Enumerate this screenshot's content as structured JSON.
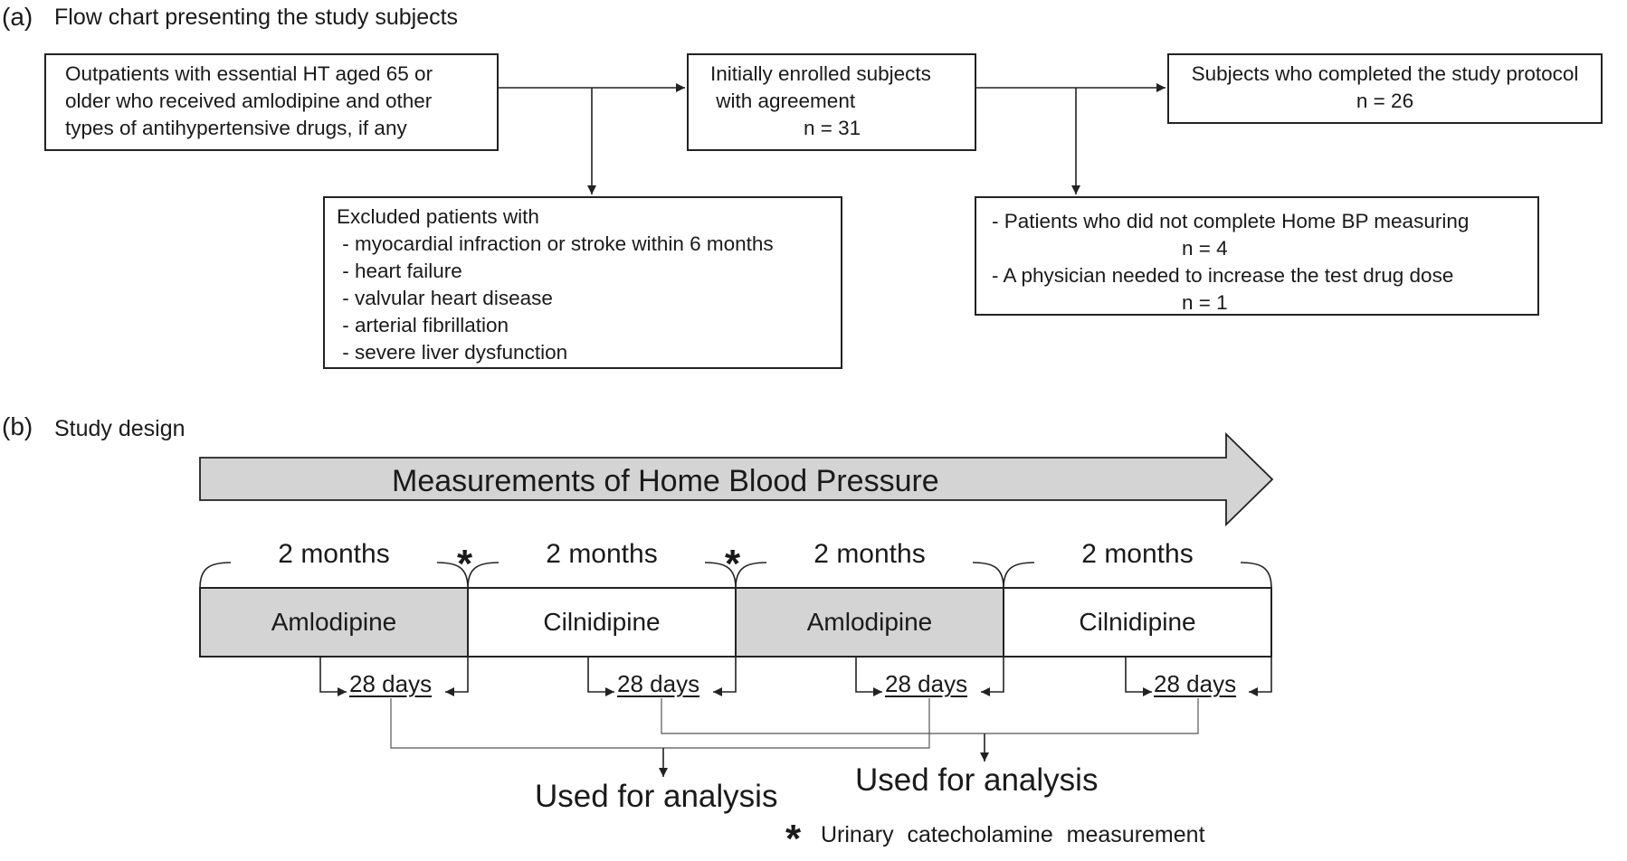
{
  "panel_a": {
    "label": "(a)",
    "title": "Flow chart presenting the study subjects",
    "box_outpatients": [
      "Outpatients with essential HT aged 65 or",
      "older who received amlodipine and other",
      "types of antihypertensive drugs, if any"
    ],
    "box_enrolled": [
      "Initially enrolled subjects",
      " with agreement",
      "n = 31"
    ],
    "box_completed": [
      "Subjects who completed the study protocol",
      "n = 26"
    ],
    "box_excluded": [
      "Excluded patients with",
      " - myocardial infraction or stroke within 6 months",
      " - heart failure",
      " - valvular heart disease",
      " - arterial fibrillation",
      " - severe liver dysfunction"
    ],
    "box_dropouts": [
      "- Patients who did not complete Home BP measuring",
      "n = 4",
      "- A physician needed to increase the test drug dose",
      "n = 1"
    ]
  },
  "panel_b": {
    "label": "(b)",
    "title": "Study design",
    "arrow_label": "Measurements of Home Blood Pressure",
    "period_label": "2 months",
    "periods": [
      {
        "drug": "Amlodipine",
        "shaded": true
      },
      {
        "drug": "Cilnidipine",
        "shaded": false
      },
      {
        "drug": "Amlodipine",
        "shaded": true
      },
      {
        "drug": "Cilnidipine",
        "shaded": false
      }
    ],
    "days_label": "28 days",
    "star": "*",
    "analysis_left": "Used for analysis",
    "analysis_right": "Used for analysis",
    "legend_star": "*",
    "legend_text": "Urinary  catecholamine  measurement"
  },
  "colors": {
    "ink": "#1a1a1a",
    "box_fill": "#d4d4d4",
    "line": "#222222",
    "connector": "#555555"
  }
}
